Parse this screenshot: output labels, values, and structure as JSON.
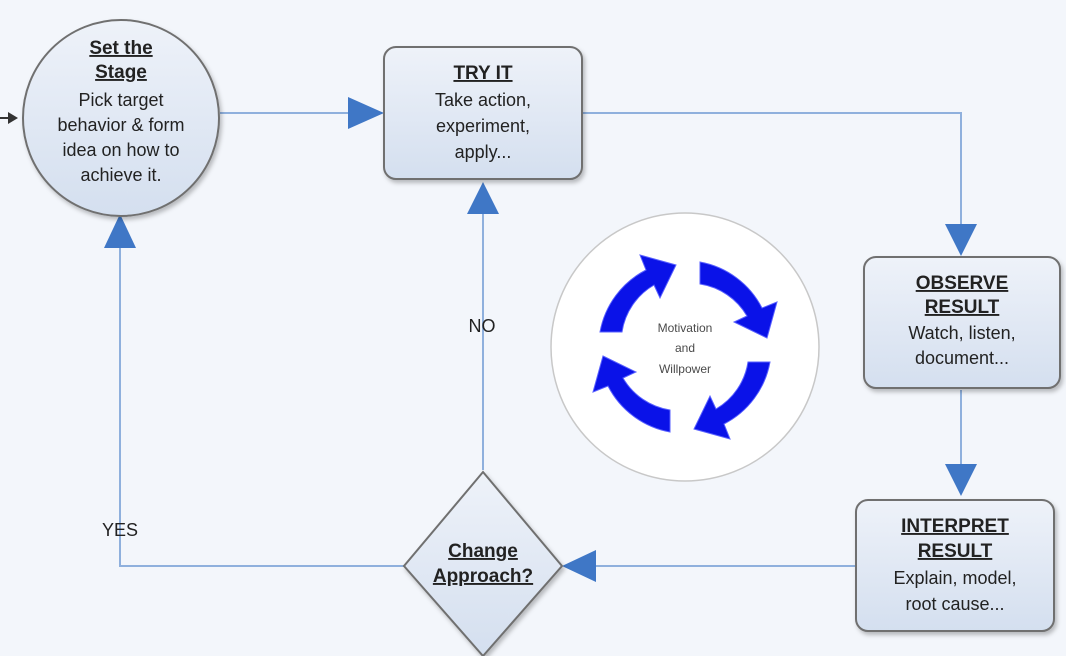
{
  "nodes": {
    "set_stage": {
      "title_lines": [
        "Set the",
        "Stage"
      ],
      "body_lines": [
        "Pick target",
        "behavior & form",
        "idea on how to",
        "achieve it."
      ]
    },
    "try_it": {
      "title_lines": [
        "TRY IT"
      ],
      "body_lines": [
        "Take action,",
        "experiment,",
        "apply..."
      ]
    },
    "observe_result": {
      "title_lines": [
        "OBSERVE",
        "RESULT"
      ],
      "body_lines": [
        "Watch, listen,",
        "document..."
      ]
    },
    "interpret_result": {
      "title_lines": [
        "INTERPRET",
        "RESULT"
      ],
      "body_lines": [
        "Explain, model,",
        "root cause..."
      ]
    },
    "change_approach": {
      "title_lines": [
        "Change",
        "Approach?"
      ]
    }
  },
  "edge_labels": {
    "no": "NO",
    "yes": "YES"
  },
  "center": {
    "lines": [
      "Motivation",
      "and",
      "Willpower"
    ]
  },
  "colors": {
    "background": "#f3f6fb",
    "node_fill": "#dde6f3",
    "node_stroke": "#6f6f6f",
    "connector": "#8fb0dd",
    "arrowhead": "#3f77c6",
    "cycle_arrow": "#0a12e8"
  }
}
